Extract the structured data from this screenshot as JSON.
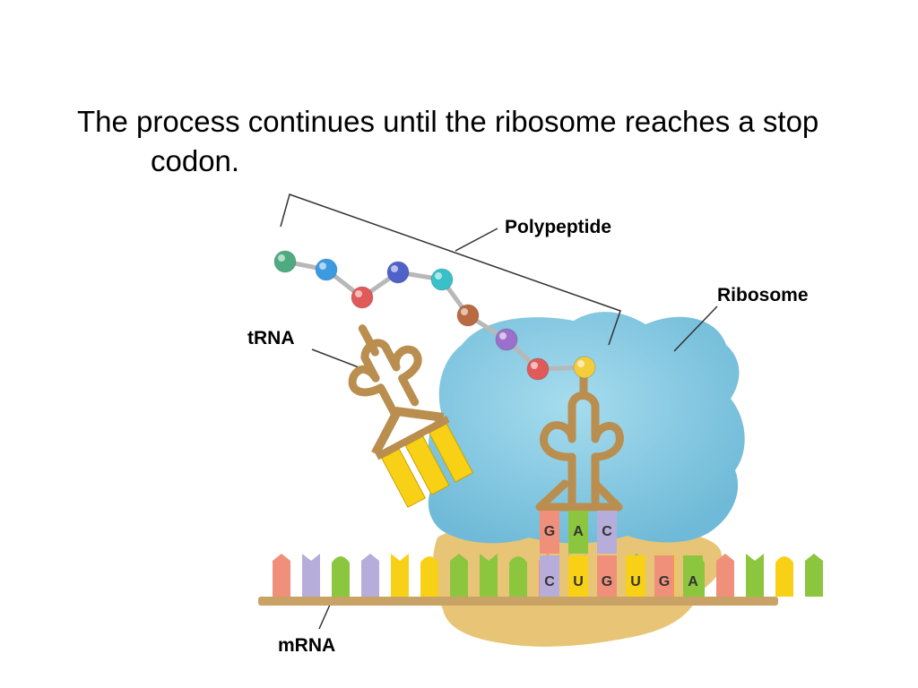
{
  "slide": {
    "heading_line1": "The process continues until the ribosome reaches a stop",
    "heading_line2": "codon."
  },
  "labels": {
    "polypeptide": "Polypeptide",
    "ribosome": "Ribosome",
    "trna": "tRNA",
    "mrna": "mRNA"
  },
  "anticodon": [
    "G",
    "A",
    "C"
  ],
  "mrna_codons": [
    "C",
    "U",
    "G",
    "U",
    "G",
    "A"
  ],
  "colors": {
    "ribosome_large": "#7ec8e3",
    "ribosome_small": "#e8c476",
    "trna": "#b98e4e",
    "backbone": "#c9a265",
    "base_salmon": "#f0907a",
    "base_lavender": "#b7addb",
    "base_green": "#8cc63f",
    "base_yellow": "#f8d117"
  },
  "mrna_base_colors": [
    "salmon",
    "lavender",
    "green",
    "lavender",
    "yellow",
    "yellow",
    "green",
    "green",
    "green",
    "salmon",
    "lavender",
    "yellow",
    "green",
    "yellow",
    "green",
    "salmon",
    "green",
    "yellow",
    "green"
  ],
  "amino_acid_colors": [
    "#4dab7f",
    "#3c9be0",
    "#e05a5a",
    "#5062c9",
    "#38c1c8",
    "#b96a40",
    "#9b6fcc",
    "#e05a5a",
    "#f4cd3c"
  ]
}
